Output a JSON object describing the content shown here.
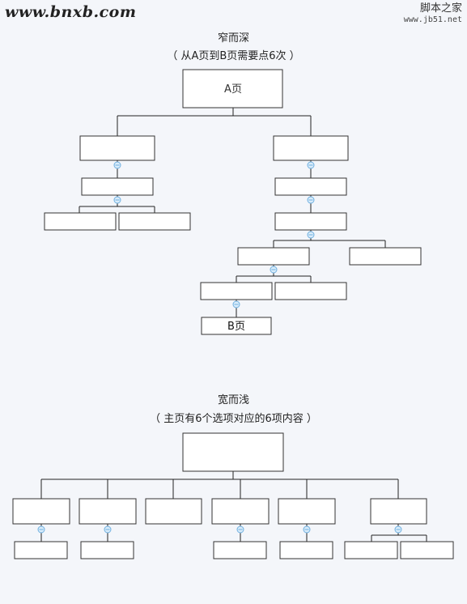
{
  "watermark": {
    "left": "www.bnxb.com",
    "right_cn": "脚本之家",
    "right_url": "www.jb51.net"
  },
  "deep": {
    "title": "窄而深",
    "subtitle": "（ 从A页到B页需要点6次 ）",
    "page_a_label": "A页",
    "page_b_label": "B页"
  },
  "wide": {
    "title": "宽而浅",
    "subtitle": "（ 主页有6个选项对应的6项内容 ）"
  },
  "colors": {
    "background": "#f4f6fa",
    "box_border": "#333333",
    "connector_dot": "#6fb0e0"
  }
}
